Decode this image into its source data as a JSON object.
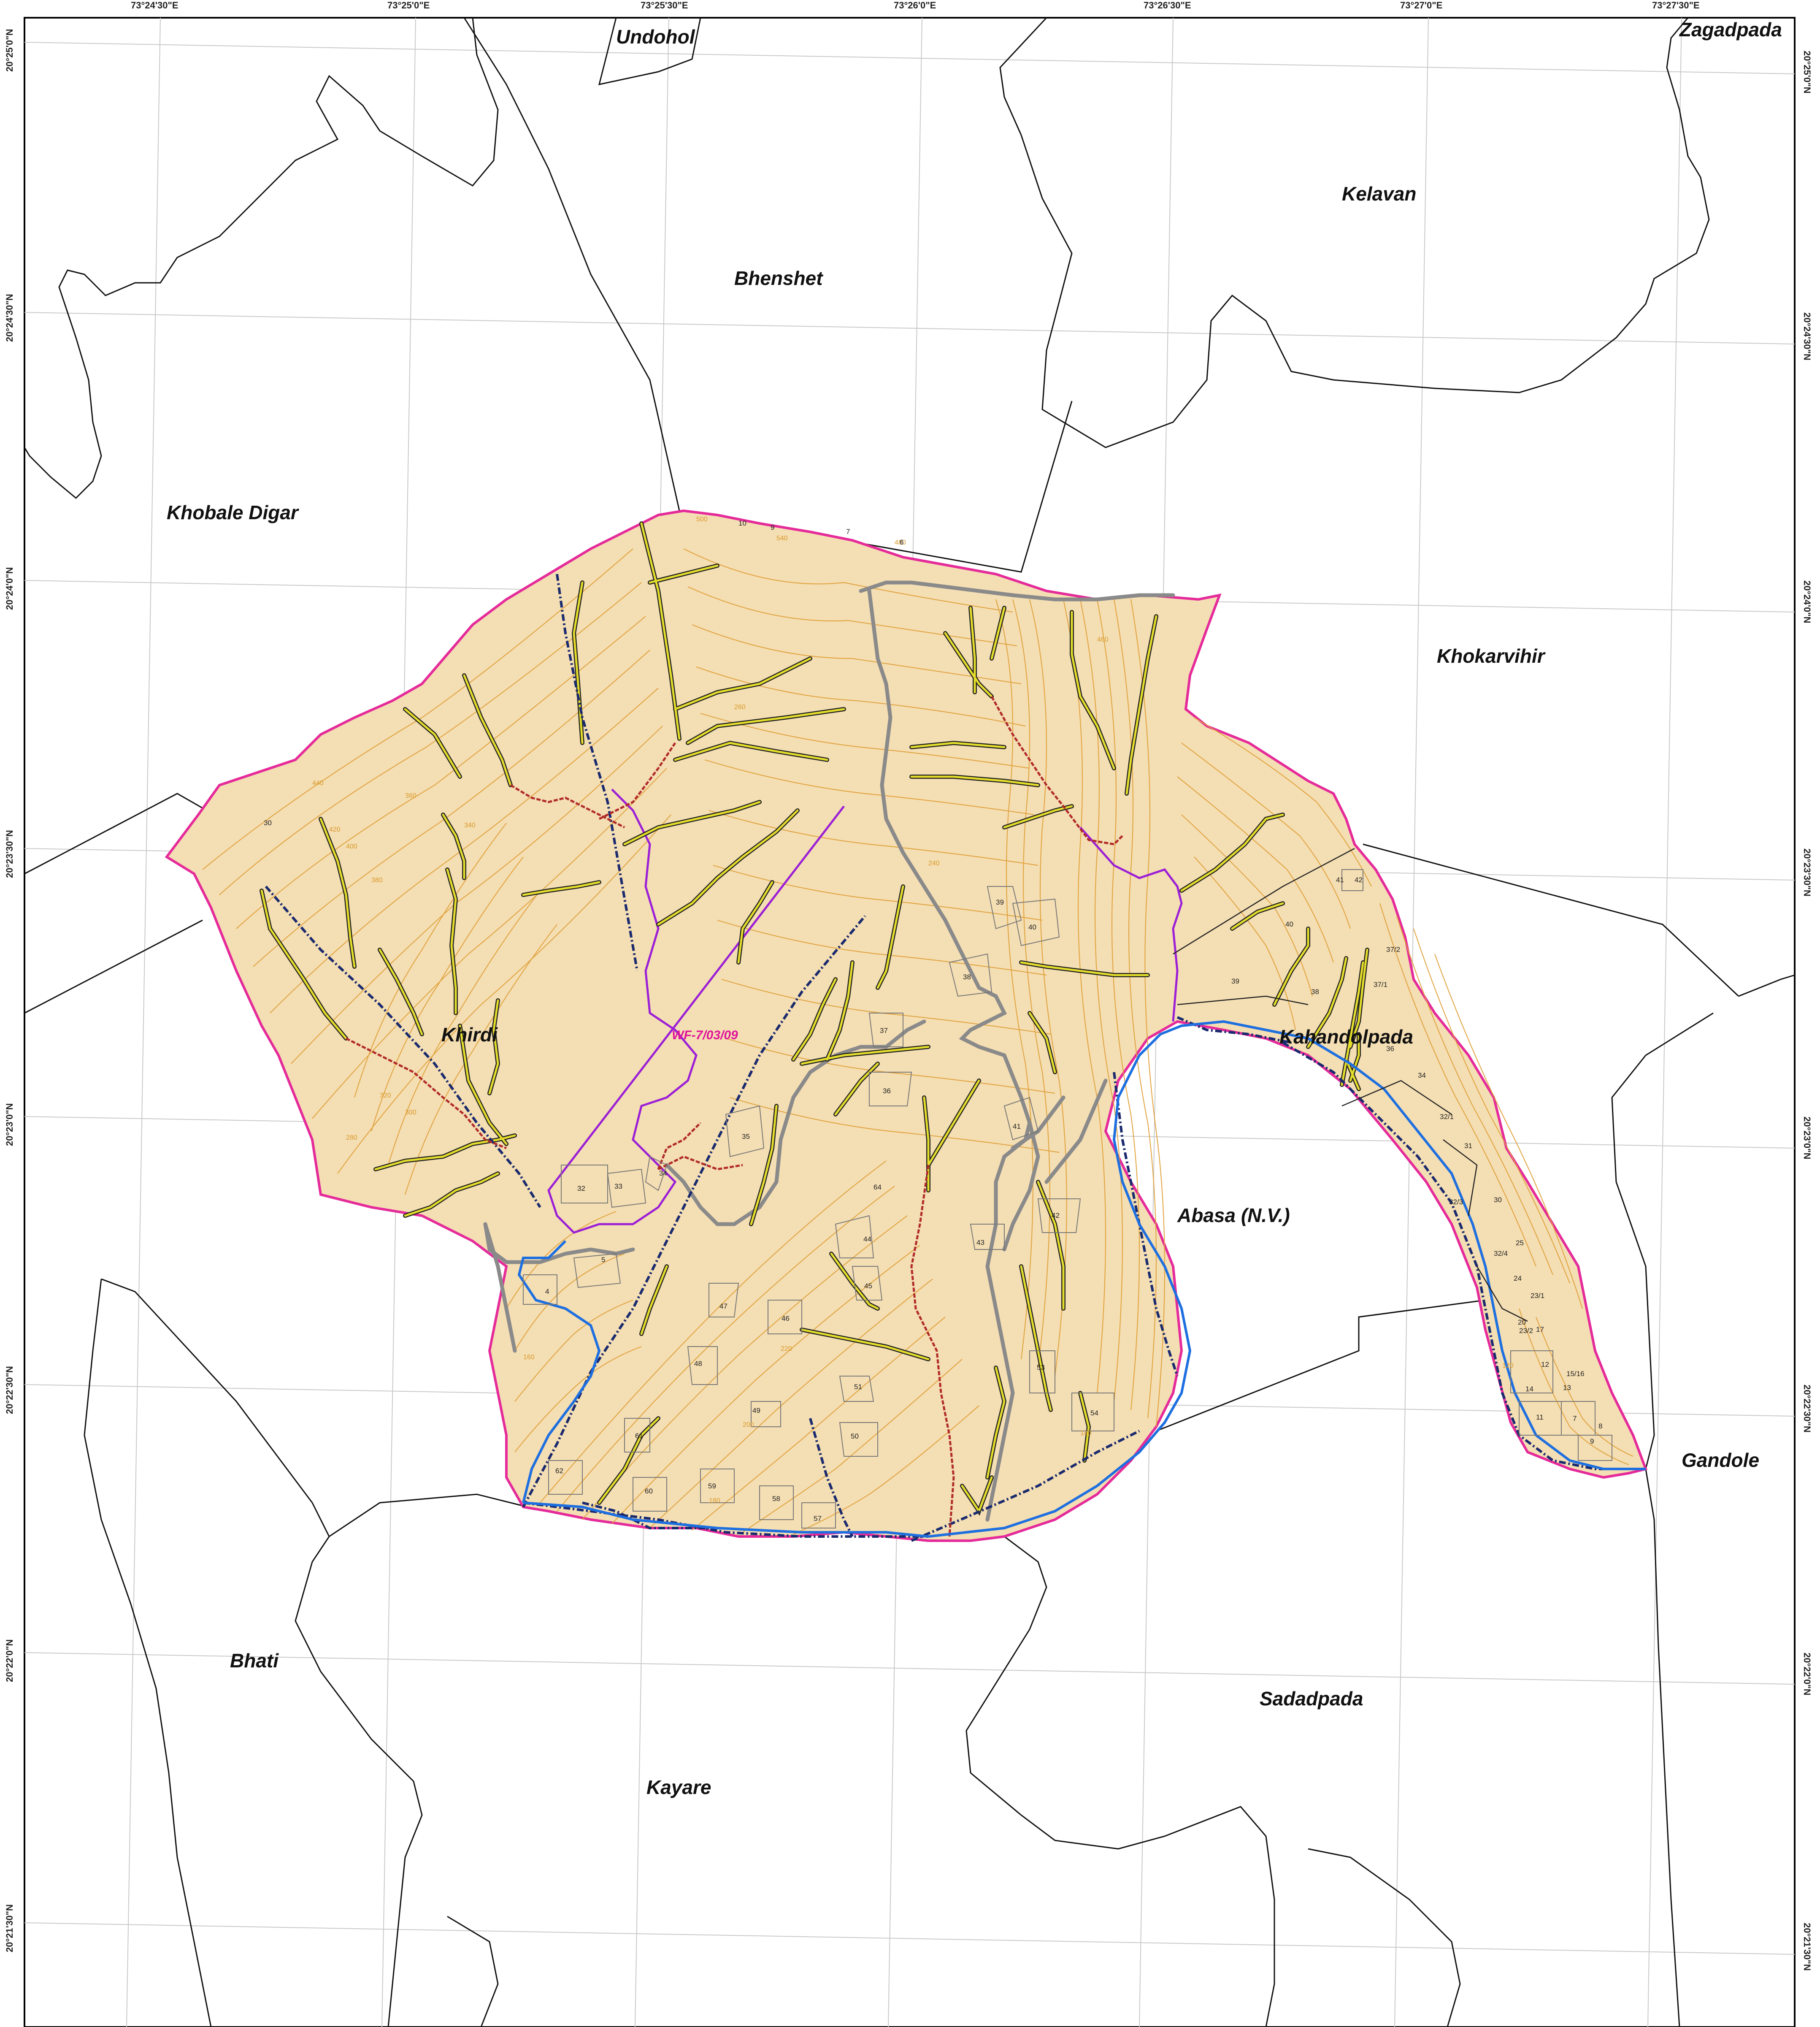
{
  "map": {
    "top_ticks": [
      "73°24'30\"E",
      "73°25'0\"E",
      "73°25'30\"E",
      "73°26'0\"E",
      "73°26'30\"E",
      "73°27'0\"E",
      "73°27'30\"E"
    ],
    "left_ticks": [
      "20°25'0\"N",
      "20°24'30\"N",
      "20°24'0\"N",
      "20°23'30\"N",
      "20°23'0\"N",
      "20°22'30\"N",
      "20°22'0\"N",
      "20°21'30\"N"
    ],
    "right_ticks": [
      "20°25'0\"N",
      "20°24'30\"N",
      "20°24'0\"N",
      "20°23'30\"N",
      "20°23'0\"N",
      "20°22'30\"N",
      "20°22'0\"N",
      "20°21'30\"N"
    ],
    "villages": {
      "undohol": "Undohol",
      "zagadpada": "Zagadpada",
      "kelavan": "Kelavan",
      "bhenshet": "Bhenshet",
      "khobale_digar": "Khobale Digar",
      "khokarvihir": "Khokarvihir",
      "khirdi": "Khirdi",
      "kahandolpada": "Kahandolpada",
      "abasa": "Abasa (N.V.)",
      "gandole": "Gandole",
      "bhati": "Bhati",
      "sadadpada": "Sadadpada",
      "kayare": "Kayare"
    },
    "forest_label": "WF-7/03/09",
    "survey_numbers": [
      "10",
      "9",
      "7",
      "6",
      "30",
      "39",
      "40",
      "38",
      "37",
      "36",
      "41",
      "42",
      "35",
      "32",
      "33",
      "34",
      "64",
      "44",
      "43",
      "45",
      "47",
      "46",
      "48",
      "49",
      "51",
      "50",
      "53",
      "54",
      "61",
      "62",
      "60",
      "59",
      "58",
      "57",
      "5",
      "4",
      "41",
      "42",
      "40",
      "39",
      "38",
      "37/2",
      "37/1",
      "36",
      "34",
      "32/1",
      "31",
      "32/3",
      "30",
      "25",
      "32/4",
      "24",
      "23/1",
      "20",
      "23/2",
      "17",
      "15/16",
      "13",
      "14",
      "12",
      "11",
      "7",
      "8",
      "9"
    ],
    "colors": {
      "forest_boundary": "#e52b9a",
      "contour": "#e0a13a",
      "contour_fill": "#f4deb3",
      "drainage": "#e4dd2b",
      "river": "#1e6fe0",
      "ridge": "#8a8a8a",
      "village_boundary": "#111111",
      "compartment_line": "#1a2a6e",
      "path": "#b12b2b",
      "watershed": "#9b1fd6"
    }
  }
}
